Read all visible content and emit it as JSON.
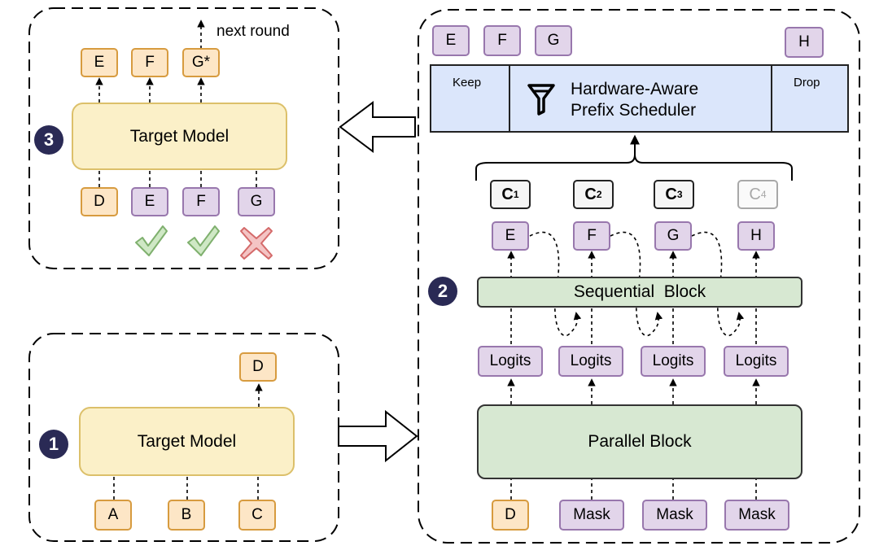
{
  "panel3": {
    "step": "3",
    "model_label": "Target Model",
    "outputs": [
      "E",
      "F",
      "G*"
    ],
    "next_round": "next round",
    "inputs": [
      "D",
      "E",
      "F",
      "G"
    ],
    "verdicts": [
      "check",
      "check",
      "cross"
    ]
  },
  "panel1": {
    "step": "1",
    "model_label": "Target Model",
    "output": "D",
    "inputs": [
      "A",
      "B",
      "C"
    ]
  },
  "panel2": {
    "step": "2",
    "top_tokens_keep": [
      "E",
      "F",
      "G"
    ],
    "top_token_drop": "H",
    "scheduler": {
      "keep": "Keep",
      "title_line1": "Hardware-Aware",
      "title_line2": "Prefix Scheduler",
      "drop": "Drop"
    },
    "candidates": [
      {
        "base": "C",
        "sub": "1"
      },
      {
        "base": "C",
        "sub": "2"
      },
      {
        "base": "C",
        "sub": "3"
      },
      {
        "base": "C",
        "sub": "4"
      }
    ],
    "draft_tokens": [
      "E",
      "F",
      "G",
      "H"
    ],
    "sequential_block": "Sequential  Block",
    "logits": [
      "Logits",
      "Logits",
      "Logits",
      "Logits"
    ],
    "parallel_block": "Parallel Block",
    "inputs": [
      "D",
      "Mask",
      "Mask",
      "Mask"
    ]
  },
  "colors": {
    "orange_fill": "#fde6c6",
    "purple_fill": "#e2d5ea",
    "model_fill": "#fbf0c8",
    "green_fill": "#d7e8d2",
    "scheduler_fill": "#dbe6fb",
    "step_badge": "#2a2a55"
  }
}
